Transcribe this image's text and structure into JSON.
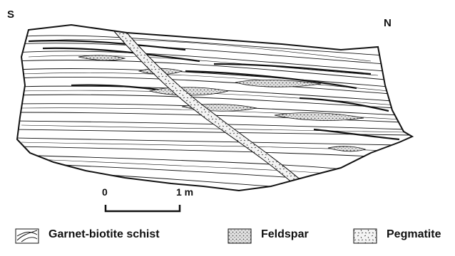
{
  "orientation": {
    "left": "S",
    "right": "N"
  },
  "scale_bar": {
    "start_label": "0",
    "end_label": "1 m"
  },
  "legend": [
    {
      "label": "Garnet-biotite schist",
      "pattern": "schist-lines"
    },
    {
      "label": "Feldspar",
      "pattern": "stipple-dense"
    },
    {
      "label": "Pegmatite",
      "pattern": "dashes-random"
    }
  ],
  "colors": {
    "ink": "#111111",
    "paper": "#ffffff",
    "stipple": "#bdbdbd"
  }
}
